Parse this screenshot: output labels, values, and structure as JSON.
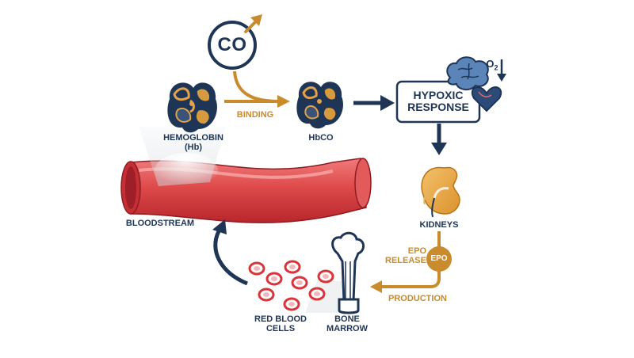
{
  "diagram": {
    "co_label": "CO",
    "hemoglobin_label_line1": "HEMOGLOBIN",
    "hemoglobin_label_line2": "(Hb)",
    "binding_label": "BINDING",
    "hbco_label": "HbCO",
    "hypoxic_line1": "HYPOXIC",
    "hypoxic_line2": "RESPONSE",
    "o2_label": "O",
    "o2_sub": "2",
    "kidneys_label": "KIDNEYS",
    "epo_release_line1": "EPO",
    "epo_release_line2": "RELEASE",
    "epo_badge": "EPO",
    "production_label": "PRODUCTION",
    "bone_marrow_line1": "BONE",
    "bone_marrow_line2": "MARROW",
    "rbc_line1": "RED BLOOD",
    "rbc_line2": "CELLS",
    "bloodstream_label": "BLOODSTREAM"
  },
  "colors": {
    "navy": "#1e3556",
    "gold": "#c98b2c",
    "blood": "#d9343a",
    "kidney": "#e9a640"
  }
}
